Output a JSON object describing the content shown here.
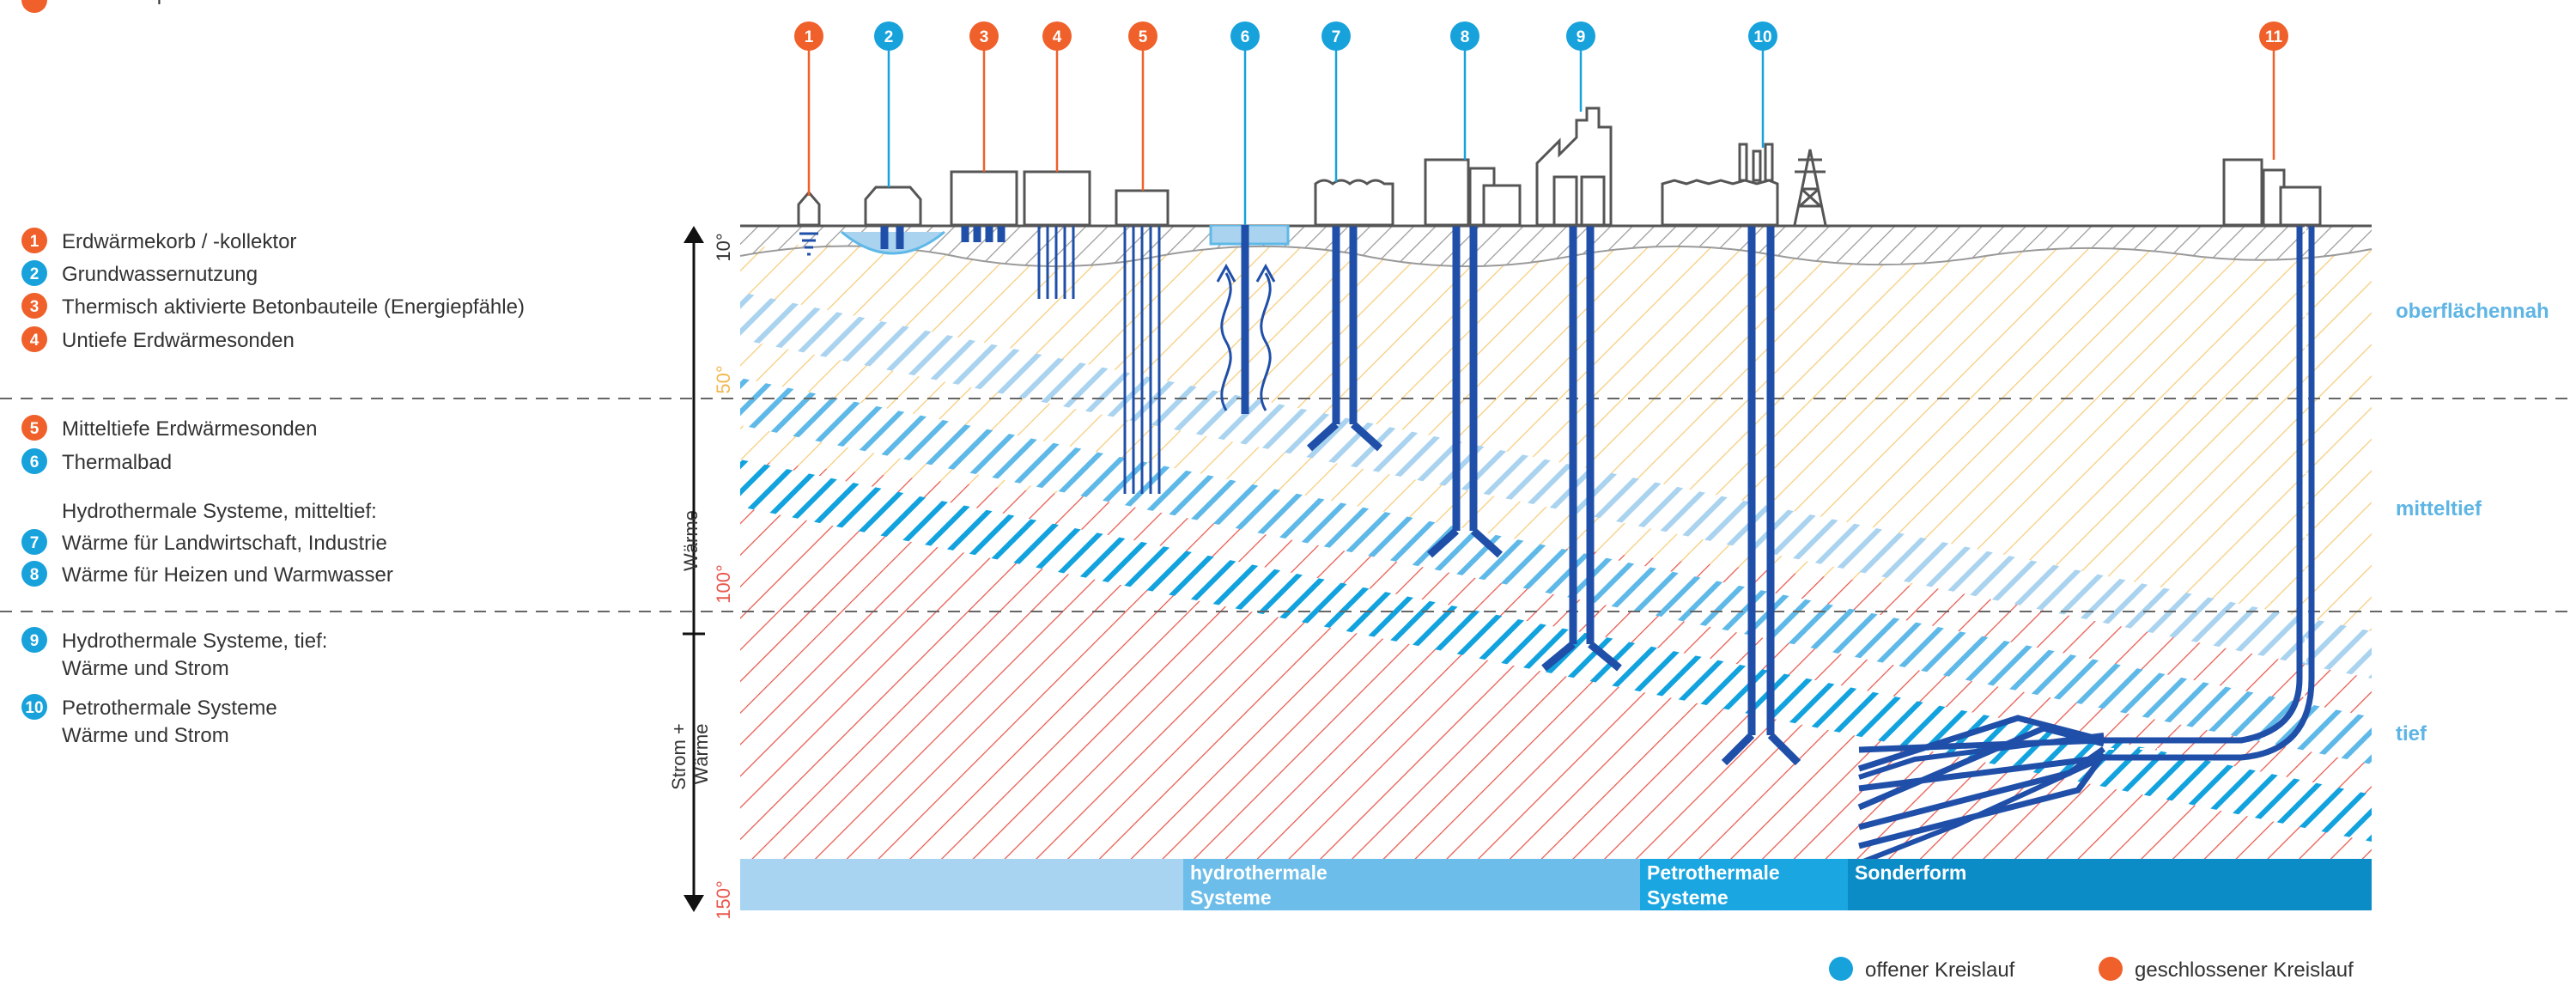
{
  "colors": {
    "orange": "#f0602a",
    "blue": "#17a2dc",
    "pipe": "#1f4fa8",
    "hatch_gray": "#9a9a9a",
    "hatch_yellow": "#f6cc7a",
    "hatch_red": "#e8584e",
    "aquifer_light": "#aad3ef",
    "aquifer_mid": "#5fb9e8",
    "aquifer_dark": "#12a3df",
    "zone_label": "#5fb5e4",
    "temp_label": "#e8584e"
  },
  "legend": [
    {
      "num": "1",
      "kind": "closed",
      "lines": [
        "Erdwärmekorb / -kollektor"
      ]
    },
    {
      "num": "2",
      "kind": "open",
      "lines": [
        "Grundwassernutzung"
      ]
    },
    {
      "num": "3",
      "kind": "closed",
      "lines": [
        "Thermisch aktivierte Betonbauteile (Energiepfähle)"
      ]
    },
    {
      "num": "4",
      "kind": "closed",
      "lines": [
        "Untiefe Erdwärmesonden"
      ]
    },
    {
      "num": "5",
      "kind": "closed",
      "lines": [
        "Mitteltiefe Erdwärmesonden"
      ]
    },
    {
      "num": "6",
      "kind": "open",
      "lines": [
        "Thermalbad"
      ]
    },
    {
      "num": "",
      "kind": "heading",
      "lines": [
        "Hydrothermale Systeme, mitteltief:"
      ]
    },
    {
      "num": "7",
      "kind": "open",
      "lines": [
        "Wärme für Landwirtschaft, Industrie"
      ]
    },
    {
      "num": "8",
      "kind": "open",
      "lines": [
        "Wärme für Heizen und Warmwasser"
      ]
    },
    {
      "num": "9",
      "kind": "open",
      "lines": [
        "Hydrothermale Systeme, tief:",
        "Wärme und Strom"
      ]
    },
    {
      "num": "10",
      "kind": "open",
      "lines": [
        "Petrothermale Systeme",
        "Wärme und Strom"
      ]
    },
    {
      "num": "11",
      "kind": "closed",
      "lines": [
        "Eavor-Loop"
      ]
    }
  ],
  "markers": [
    {
      "num": "1",
      "kind": "closed"
    },
    {
      "num": "2",
      "kind": "open"
    },
    {
      "num": "3",
      "kind": "closed"
    },
    {
      "num": "4",
      "kind": "closed"
    },
    {
      "num": "5",
      "kind": "closed"
    },
    {
      "num": "6",
      "kind": "open"
    },
    {
      "num": "7",
      "kind": "open"
    },
    {
      "num": "8",
      "kind": "open"
    },
    {
      "num": "9",
      "kind": "open"
    },
    {
      "num": "10",
      "kind": "open"
    },
    {
      "num": "11",
      "kind": "closed"
    }
  ],
  "temperatures": [
    "10°",
    "50°",
    "100°",
    "150°"
  ],
  "axis_labels": {
    "waerme": "Wärme",
    "strom_waerme": [
      "Strom +",
      "Wärme"
    ]
  },
  "zones": [
    "oberflächennah",
    "mitteltief",
    "tief"
  ],
  "bottom_bands": [
    {
      "lines": [],
      "color": "#a8d4f2"
    },
    {
      "lines": [
        "hydrothermale",
        "Systeme"
      ],
      "color": "#6cbde9"
    },
    {
      "lines": [
        "Petrothermale",
        "Systeme"
      ],
      "color": "#1aa6e1"
    },
    {
      "lines": [
        "Sonderform"
      ],
      "color": "#0b8cc7"
    }
  ],
  "circuit_legend": {
    "open": "offener Kreislauf",
    "closed": "geschlossener Kreislauf"
  }
}
